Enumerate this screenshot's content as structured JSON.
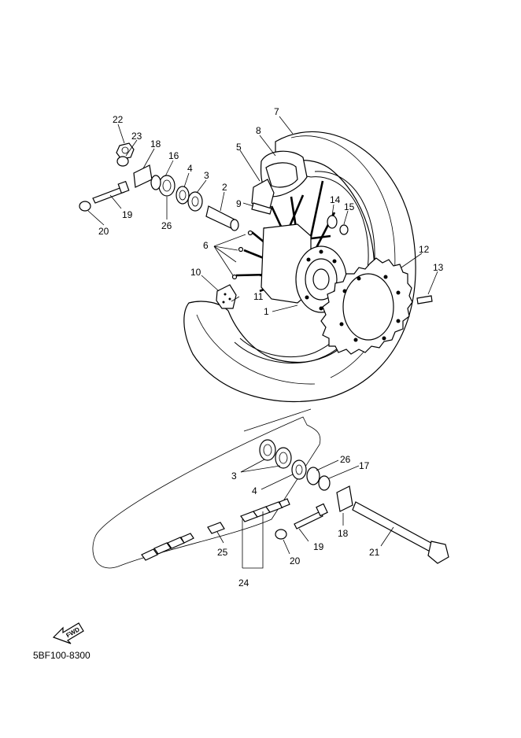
{
  "diagram_code": "5BF100-8300",
  "fwd_label": "FWD",
  "callouts": {
    "c1": "1",
    "c2": "2",
    "c3a": "3",
    "c3b": "3",
    "c4a": "4",
    "c4b": "4",
    "c5": "5",
    "c6": "6",
    "c7": "7",
    "c8": "8",
    "c9": "9",
    "c10": "10",
    "c11": "11",
    "c12": "12",
    "c13": "13",
    "c14": "14",
    "c15": "15",
    "c16": "16",
    "c17": "17",
    "c18a": "18",
    "c18b": "18",
    "c19a": "19",
    "c19b": "19",
    "c20a": "20",
    "c20b": "20",
    "c21": "21",
    "c22": "22",
    "c23": "23",
    "c24": "24",
    "c25": "25",
    "c26a": "26",
    "c26b": "26"
  }
}
